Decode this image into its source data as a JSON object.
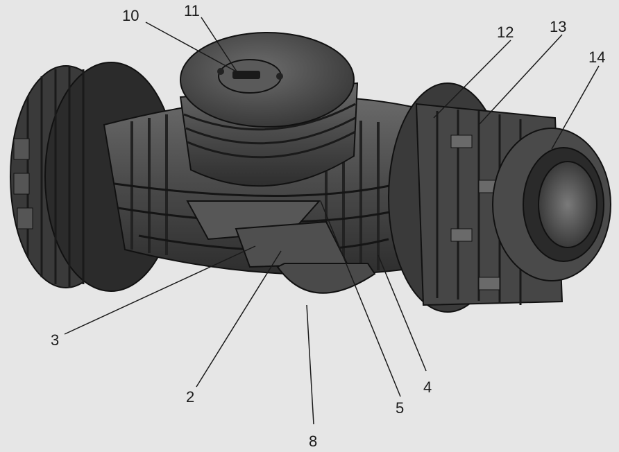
{
  "labels": {
    "l2": "2",
    "l3": "3",
    "l4": "4",
    "l5": "5",
    "l8": "8",
    "l10": "10",
    "l11": "11",
    "l12": "12",
    "l13": "13",
    "l14": "14"
  },
  "colors": {
    "background": "#e6e6e6",
    "body": "#4a4a4a",
    "body_dark": "#2e2e2e",
    "body_light": "#6a6a6a",
    "edge": "#111111",
    "leader": "#1a1a1a"
  }
}
